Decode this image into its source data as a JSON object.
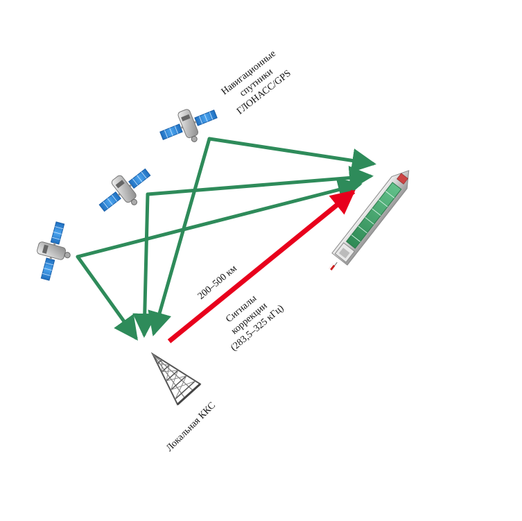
{
  "labels": {
    "satellites_line1": "Навигационные",
    "satellites_line2": "спутники",
    "satellites_line3": "ГЛОНАСС/GPS",
    "distance": "200–500 км",
    "signals_line1": "Сигналы",
    "signals_line2": "коррекции",
    "signals_line3": "(283,5–325 кГц)",
    "station": "Локальная ККС"
  },
  "colors": {
    "satellite_links": "#2e8b5a",
    "correction_link": "#e8001c",
    "solar_panel": "#2a86d6",
    "tower": "#555555",
    "ship_hull": "#d9d9d9",
    "ship_deck": "#3a9a63"
  },
  "icons": [
    "satellite-icon",
    "satellite-icon",
    "satellite-icon",
    "tower-icon",
    "ship-icon"
  ]
}
